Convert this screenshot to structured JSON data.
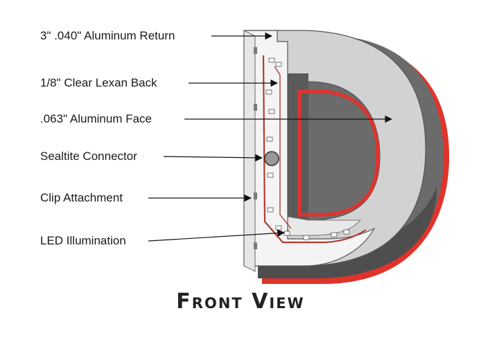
{
  "callouts": [
    {
      "id": "aluminum-return",
      "text": "3\" .040\" Aluminum Return"
    },
    {
      "id": "lexan-back",
      "text": "1/8\" Clear Lexan Back"
    },
    {
      "id": "aluminum-face",
      "text": ".063\" Aluminum Face"
    },
    {
      "id": "sealtite-connector",
      "text": "Sealtite Connector"
    },
    {
      "id": "clip-attachment",
      "text": "Clip Attachment"
    },
    {
      "id": "led-illumination",
      "text": "LED Illumination"
    }
  ],
  "caption": "Front View",
  "colors": {
    "face": "#d2d2d2",
    "return_side": "#6b6b6b",
    "return_dark": "#4a4a4a",
    "shadow_red": "#e0332c",
    "lexan_back": "#f4f4f4",
    "led_track": "#b33a2e",
    "text": "#1a1a1a"
  }
}
